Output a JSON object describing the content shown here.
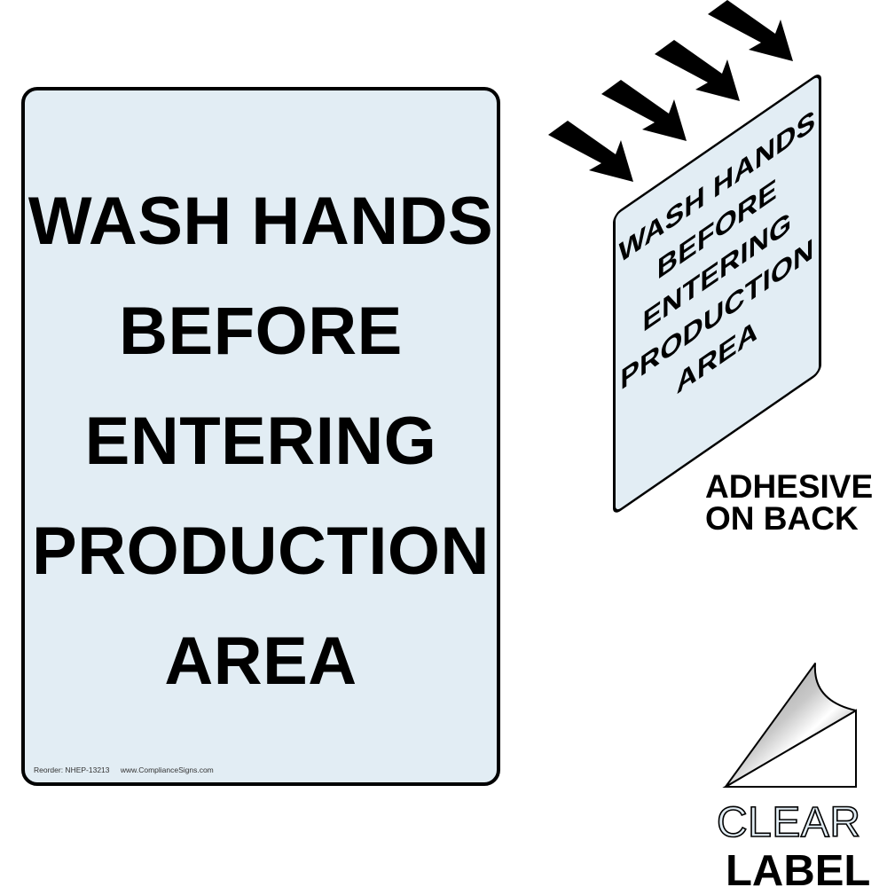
{
  "sign": {
    "lines": [
      "WASH HANDS",
      "BEFORE",
      "ENTERING",
      "PRODUCTION",
      "AREA"
    ],
    "reorder": "Reorder: NHEP-13213",
    "website": "www.ComplianceSigns.com",
    "background_color": "#e2edf4",
    "border_color": "#000000"
  },
  "preview_panel": {
    "lines": [
      "WASH HANDS",
      "BEFORE",
      "ENTERING",
      "PRODUCTION",
      "AREA"
    ],
    "arrows_count": 4,
    "arrow_icon": "arrow-down-right-icon"
  },
  "adhesive_note": {
    "line1": "ADHESIVE",
    "line2": "ON BACK"
  },
  "material": {
    "icon": "peel-corner-icon",
    "line1": "CLEAR",
    "line2": "LABEL"
  }
}
